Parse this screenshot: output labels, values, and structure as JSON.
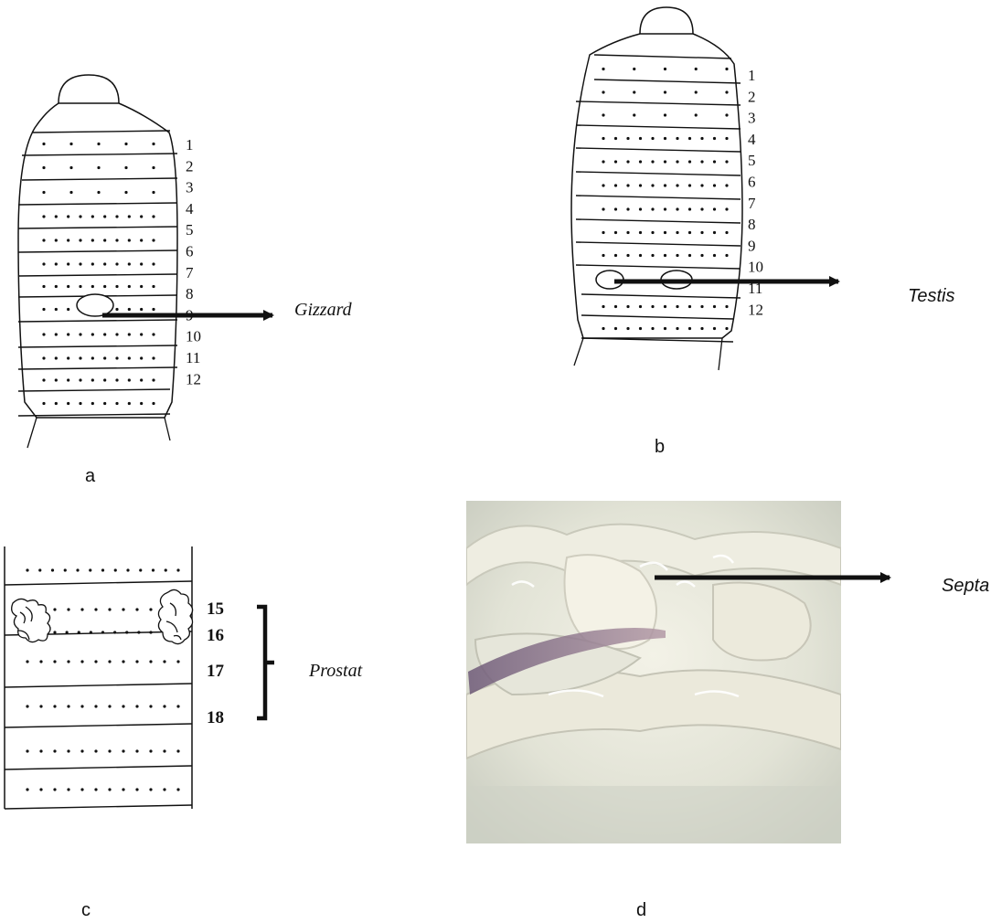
{
  "panels": {
    "a": {
      "caption": "a",
      "segment_numbers": [
        "1",
        "2",
        "3",
        "4",
        "5",
        "6",
        "7",
        "8",
        "9",
        "10",
        "11",
        "12"
      ],
      "organ_label": "Gizzard"
    },
    "b": {
      "caption": "b",
      "segment_numbers": [
        "1",
        "2",
        "3",
        "4",
        "5",
        "6",
        "7",
        "8",
        "9",
        "10",
        "11",
        "12"
      ],
      "organ_label": "Testis"
    },
    "c": {
      "caption": "c",
      "segment_numbers": [
        "15",
        "16",
        "17",
        "18"
      ],
      "organ_label": "Prostat"
    },
    "d": {
      "caption": "d",
      "organ_label": "Septa"
    }
  },
  "colors": {
    "ink": "#111111",
    "photo_base": "#d9dcd0",
    "photo_tissue": "#ecebdd",
    "photo_vessel": "#8a6f86"
  }
}
